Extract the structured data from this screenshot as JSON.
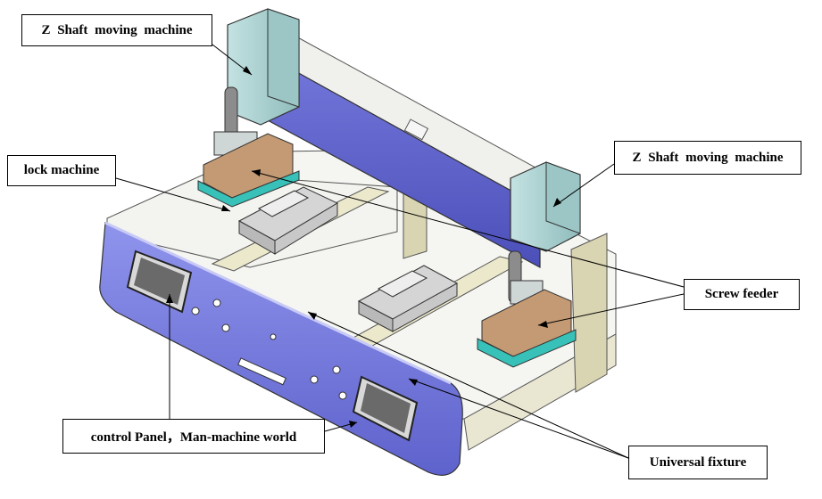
{
  "labels": {
    "z_shaft_left": "Z  Shaft  moving  machine",
    "lock_machine": "lock machine",
    "z_shaft_right": "Z  Shaft  moving  machine",
    "screw_feeder": "Screw feeder",
    "control_panel": "control Panel，Man-machine world",
    "universal_fixture": "Universal fixture"
  },
  "colors": {
    "front_panel": "#7a7fe0",
    "z_head": "#a9cfcf",
    "gantry_beam": "#5a5ec8",
    "feeder_body": "#c49a73",
    "feeder_base": "#38c0b8",
    "fixture_rail": "#e8e4c8",
    "column": "#d8d4b0"
  }
}
